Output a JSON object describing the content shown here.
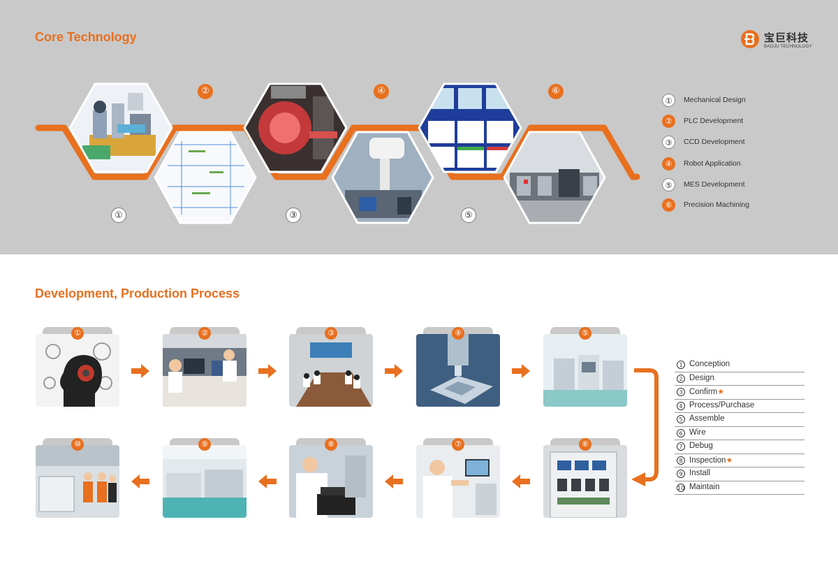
{
  "core": {
    "title": "Core Technology",
    "numbers": [
      "①",
      "②",
      "③",
      "④",
      "⑤",
      "⑥"
    ],
    "legend": [
      {
        "num": "①",
        "label": "Mechanical Design",
        "style": "white"
      },
      {
        "num": "②",
        "label": "PLC Development",
        "style": "orange"
      },
      {
        "num": "③",
        "label": "CCD Development",
        "style": "white"
      },
      {
        "num": "④",
        "label": "Robot Application",
        "style": "orange"
      },
      {
        "num": "⑤",
        "label": "MES Development",
        "style": "white"
      },
      {
        "num": "⑥",
        "label": "Precision Machining",
        "style": "orange"
      }
    ]
  },
  "logo": {
    "cn": "宝巨科技",
    "en": "BAOJU TECHNOLOGY"
  },
  "process": {
    "title": "Development, Production Process",
    "card_numbers": [
      "①",
      "②",
      "③",
      "④",
      "⑤",
      "⑥",
      "⑦",
      "⑧",
      "⑨",
      "⑩"
    ],
    "steps": [
      {
        "num": "1",
        "label": "Conception",
        "star": ""
      },
      {
        "num": "2",
        "label": "Design",
        "star": ""
      },
      {
        "num": "3",
        "label": "Confirm",
        "star": "★"
      },
      {
        "num": "4",
        "label": "Process/Purchase",
        "star": ""
      },
      {
        "num": "5",
        "label": "Assemble",
        "star": ""
      },
      {
        "num": "6",
        "label": "Wire",
        "star": ""
      },
      {
        "num": "7",
        "label": "Debug",
        "star": ""
      },
      {
        "num": "8",
        "label": "Inspection",
        "star": "★"
      },
      {
        "num": "9",
        "label": "Install",
        "star": ""
      },
      {
        "num": "10",
        "label": "Maintain",
        "star": ""
      }
    ]
  },
  "colors": {
    "accent": "#e8701f",
    "band": "#c9c9c9",
    "text": "#333333"
  }
}
